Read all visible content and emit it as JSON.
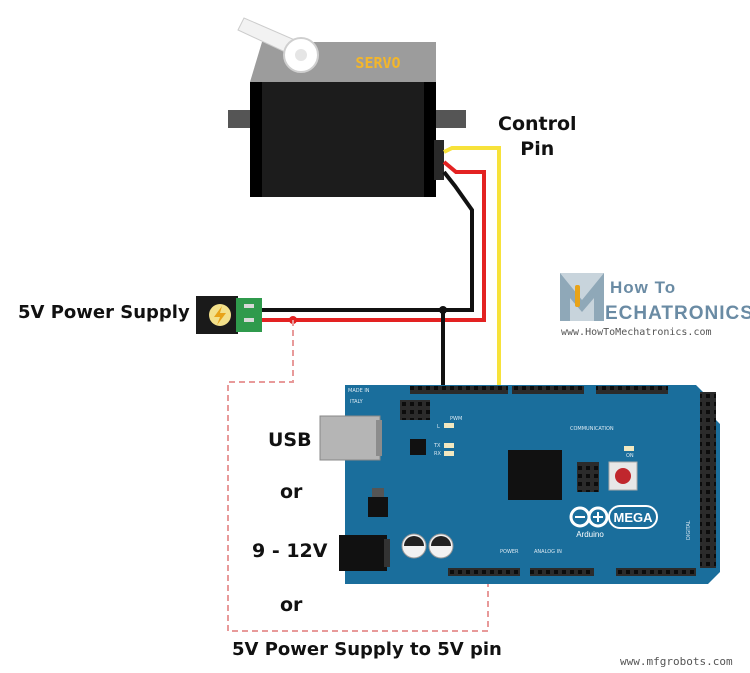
{
  "servo": {
    "label": "SERVO"
  },
  "labels": {
    "control_pin": [
      "Control",
      "Pin"
    ],
    "power_supply": "5V Power Supply",
    "usb": "USB",
    "or_1": "or",
    "voltage": "9 - 12V",
    "or_2": "or",
    "bottom": "5V Power Supply to 5V pin"
  },
  "board": {
    "logo": "MEGA",
    "brand": "Arduino",
    "made_in": [
      "MADE IN",
      "ITALY"
    ],
    "pwm": "PWM",
    "communication": "COMMUNICATION",
    "power": "POWER",
    "analog_in": "ANALOG IN",
    "digital": "DIGITAL",
    "tx": "TX",
    "rx": "RX",
    "l": "L",
    "on": "ON"
  },
  "watermarks": {
    "how_to": "How To",
    "mechatronics": "ECHATRONICS",
    "howto_site": "www.HowToMechatronics.com",
    "mfg_site": "www.mfgrobots.com"
  },
  "colors": {
    "board": "#1a6e9c",
    "wire_red": "#e32222",
    "wire_yellow": "#f7e23a",
    "wire_black": "#111111",
    "dashed": "#e89a9a",
    "servo_top": "#9a9a9a",
    "servo_body": "#1f1f1f"
  }
}
